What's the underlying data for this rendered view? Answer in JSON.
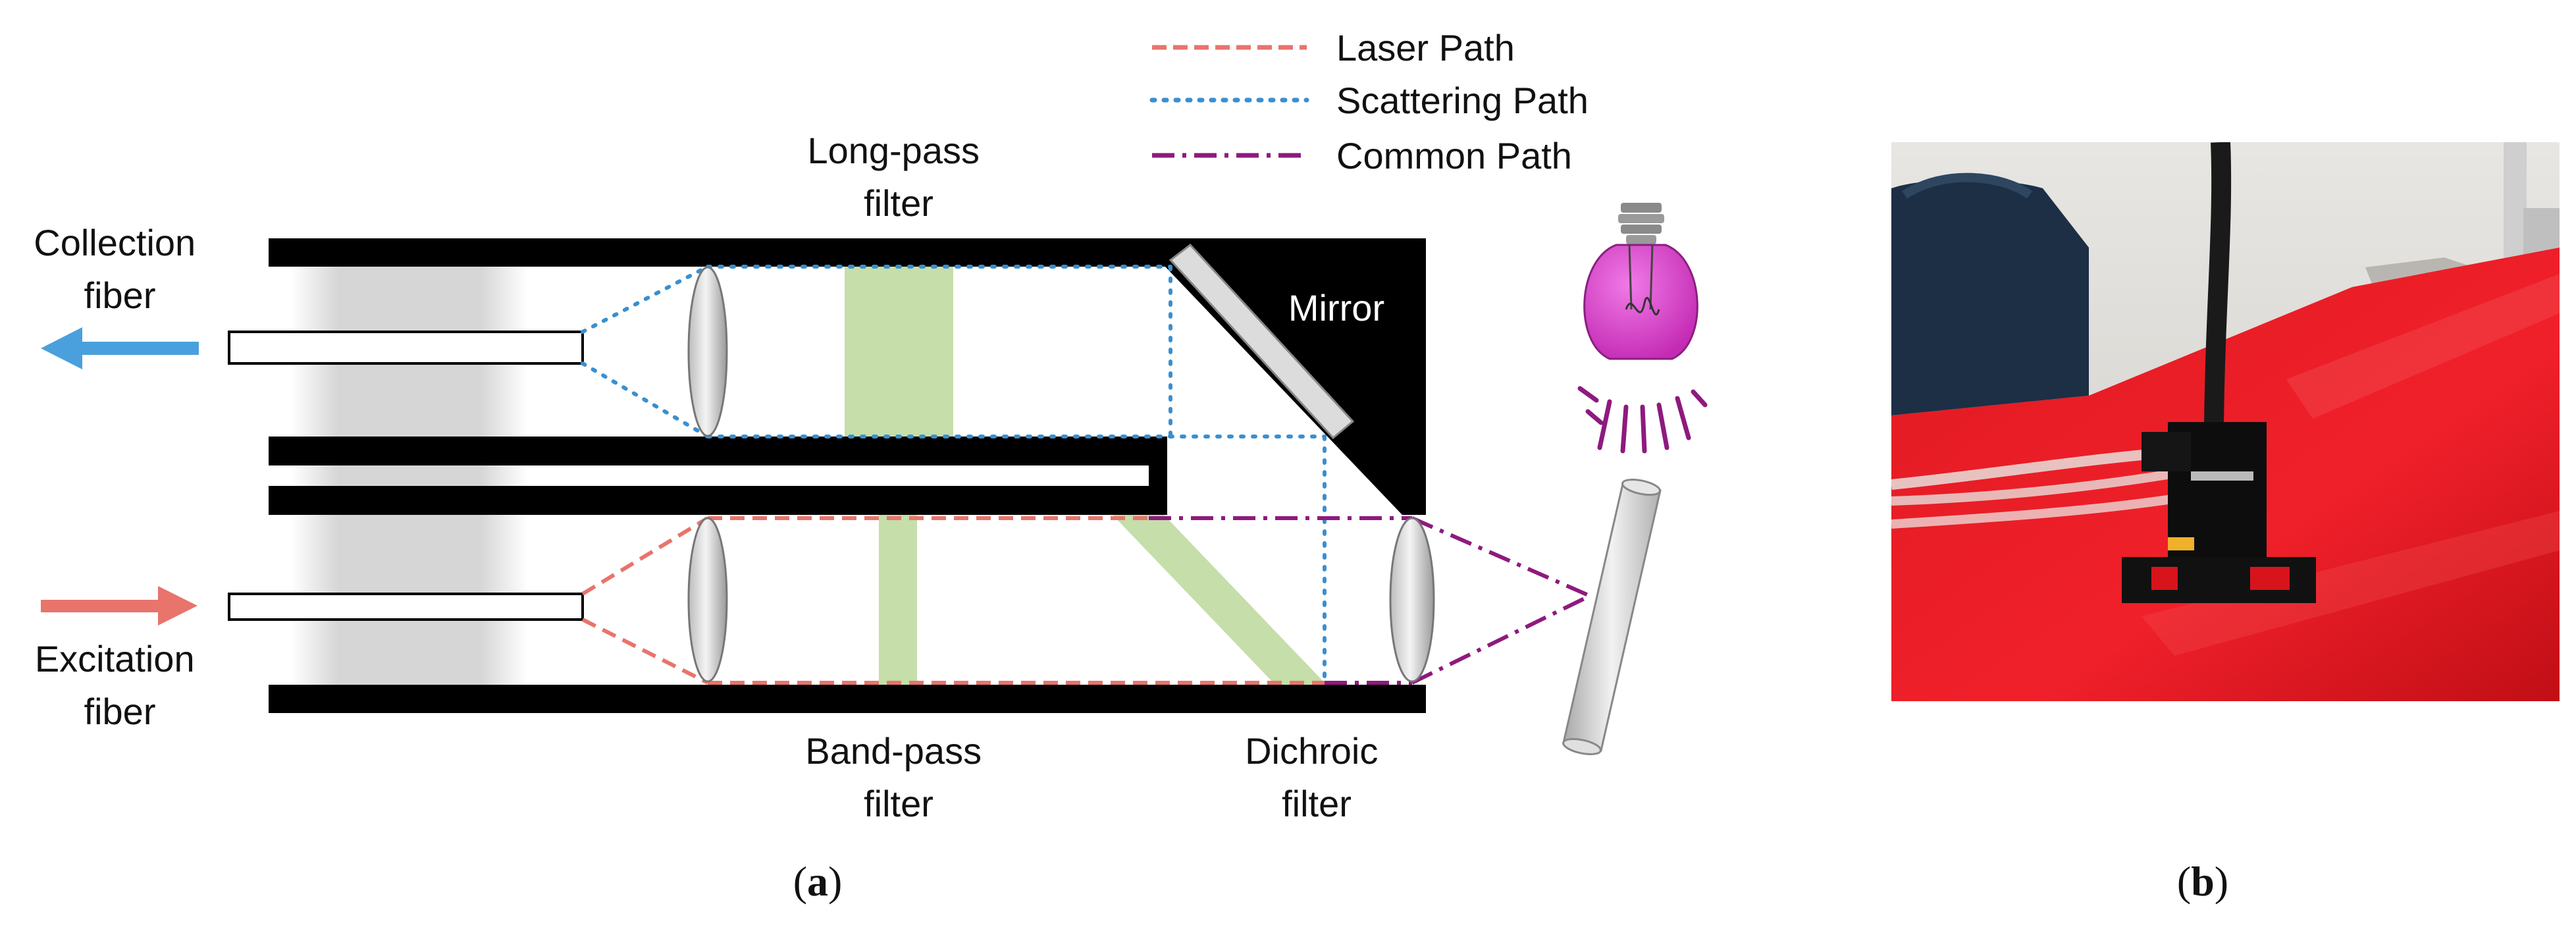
{
  "legend": {
    "laser_path": "Laser Path",
    "scattering_path": "Scattering Path",
    "common_path": "Common Path"
  },
  "labels": {
    "collection_fiber_line1": "Collection",
    "collection_fiber_line2": "fiber",
    "excitation_fiber_line1": "Excitation",
    "excitation_fiber_line2": "fiber",
    "long_pass_line1": "Long-pass",
    "long_pass_line2": "filter",
    "band_pass_line1": "Band-pass",
    "band_pass_line2": "filter",
    "dichroic_line1": "Dichroic",
    "dichroic_line2": "filter",
    "mirror": "Mirror"
  },
  "panels": {
    "a_open": "(",
    "a_letter": "a",
    "a_close": ")",
    "b_open": "(",
    "b_letter": "b",
    "b_close": ")"
  },
  "colors": {
    "laser": "#e8746c",
    "scattering": "#3a8fd0",
    "common": "#8e1a7e",
    "filter": "#c5deaa",
    "housing": "#000000",
    "photo_red": "#e3141d",
    "bulb": "#d63cc6",
    "arrow_collection": "#4aa0dc",
    "arrow_excitation": "#e8746c"
  },
  "icons": {
    "bulb": "light-bulb-icon",
    "collection_arrow": "arrow-left-icon",
    "excitation_arrow": "arrow-right-icon"
  }
}
